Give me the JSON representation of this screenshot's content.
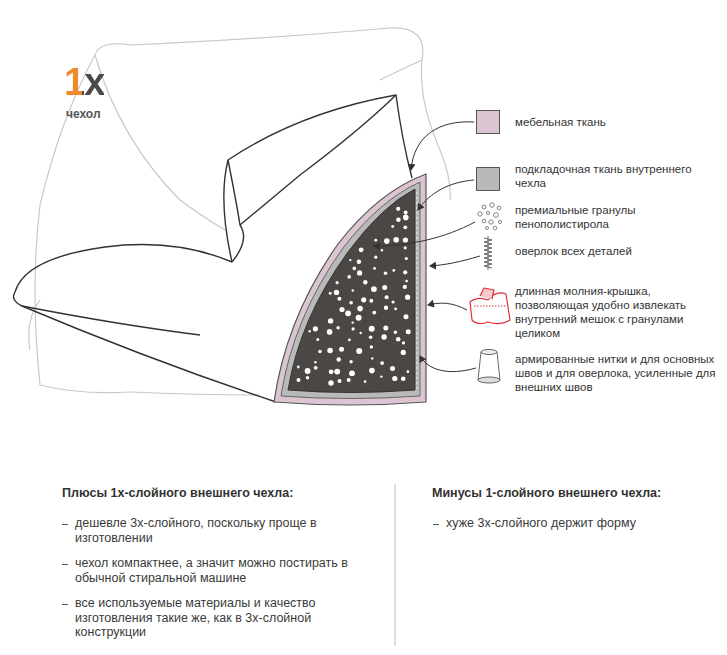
{
  "diagram": {
    "labels": [
      "1x",
      "чехол",
      "Плюсы 1х-слойного внешнего чехла:",
      "дешевле 3х-слойного, поскольку проще в изготовлении",
      "чехол компактнее, а значит можно постирать в обычной стиральной машине",
      "все используемые материалы и качество изготовления такие же, как в 3х-слойной конструкции",
      "Минусы 1-слойного внешнего чехла:",
      "хуже 3х-слойного держит форму"
    ],
    "legend": [
      {
        "text": "мебельная ткань",
        "color": "#dcc5d2"
      },
      {
        "text": "подкладочная ткань внутреннего чехла",
        "color": "#b9b9b9"
      },
      {
        "text": "премиальные гранулы пенополистирола"
      },
      {
        "text": "оверлок всех деталей"
      },
      {
        "text": "длинная молния-крышка, позволяющая удобно извлекать внутренний мешок с гранулами целиком"
      },
      {
        "text": "армированные нитки и для основных швов и для оверлока, усиленные для внешних швов"
      }
    ]
  }
}
